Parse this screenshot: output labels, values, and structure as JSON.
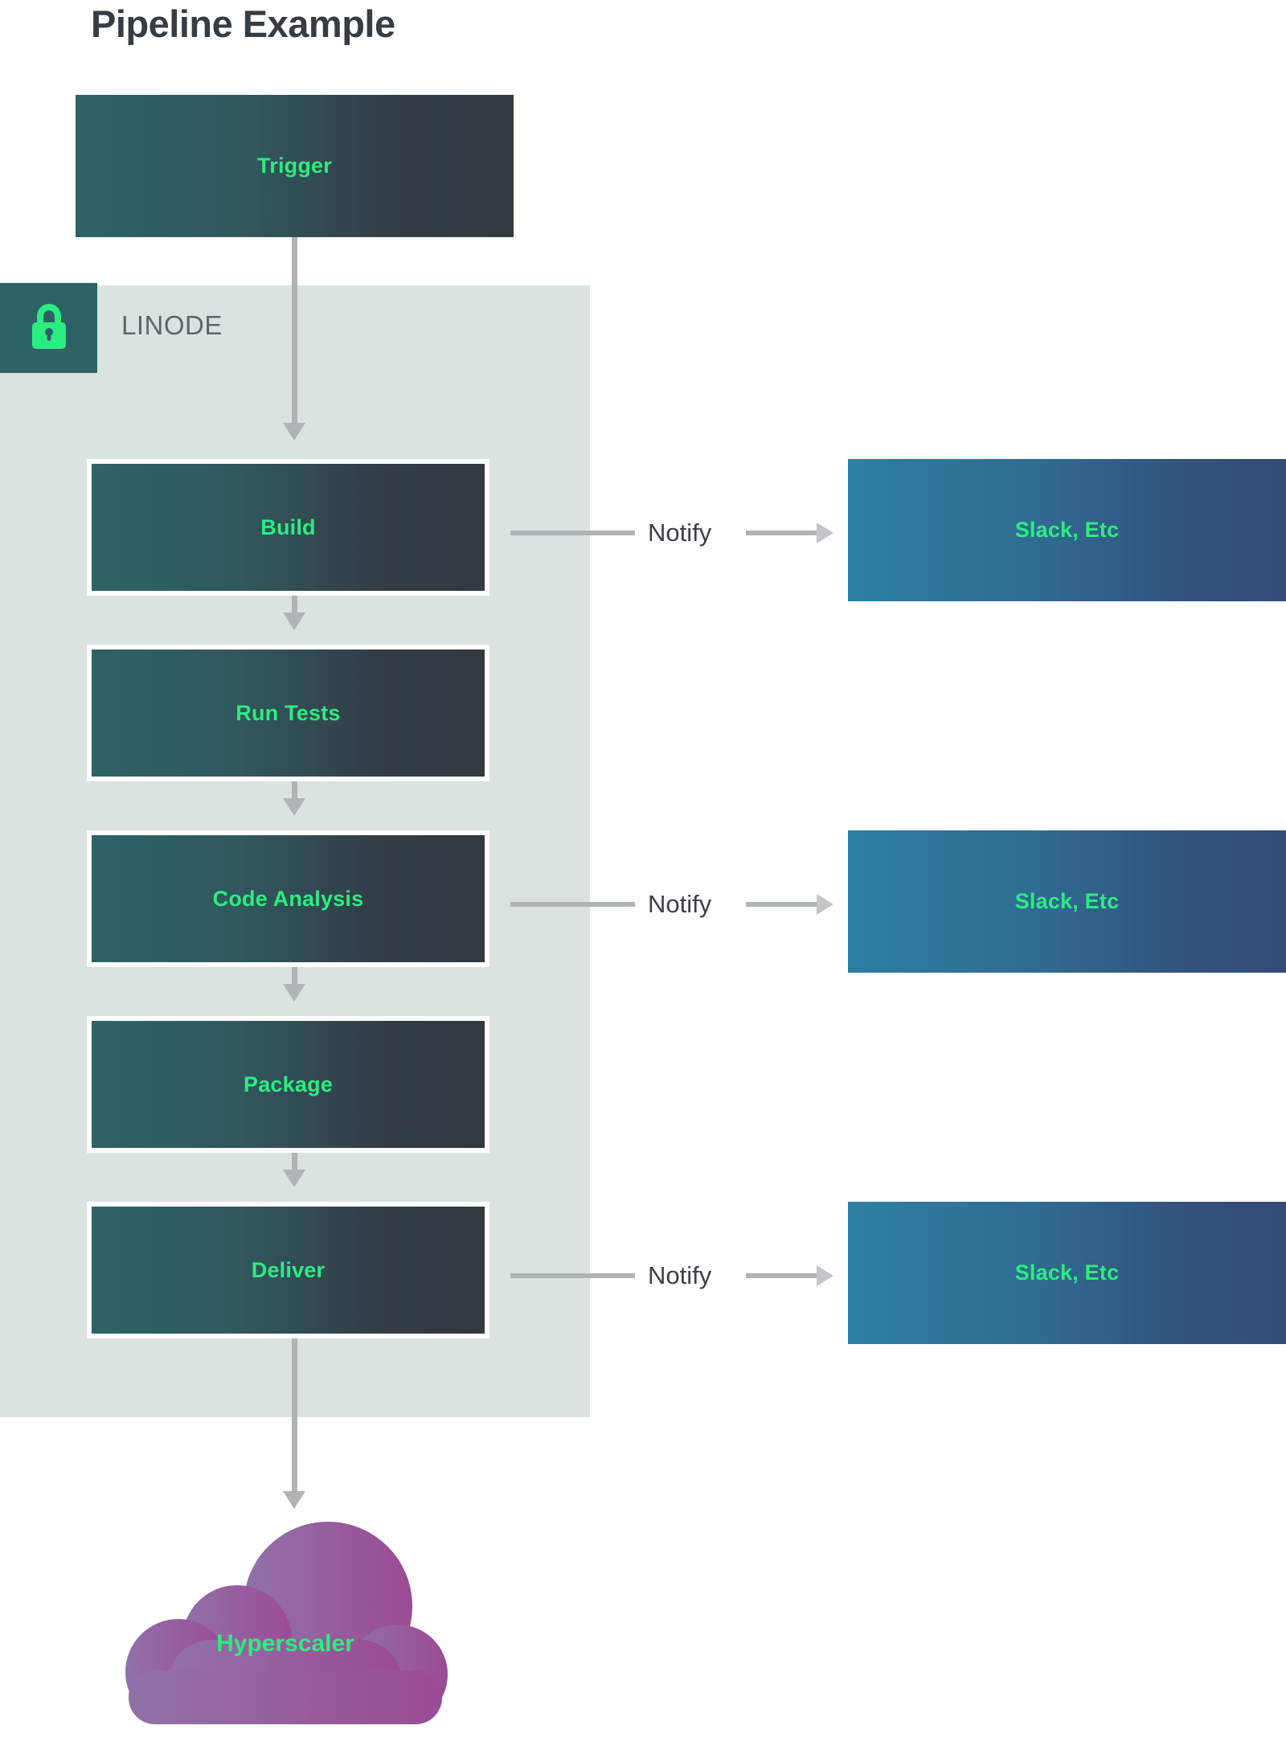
{
  "title": "Pipeline Example",
  "zone": {
    "label": "LINODE",
    "icon": "lock-icon",
    "bg_color": "#dbe3e1",
    "badge_color": "#2e6365",
    "icon_color": "#2bed7f"
  },
  "colors": {
    "accent_green": "#2bed7f",
    "stage_gradient_start": "#2e6365",
    "stage_gradient_end": "#323940",
    "notify_gradient_start": "#2c7fa3",
    "notify_gradient_end": "#344b74",
    "cloud_gradient_start": "#9268a6",
    "cloud_gradient_end": "#9b4b93",
    "connector": "#b0b4b4",
    "title_color": "#363c44",
    "zone_label_color": "#5d6769"
  },
  "trigger": {
    "label": "Trigger"
  },
  "stages": [
    {
      "label": "Build"
    },
    {
      "label": "Run Tests"
    },
    {
      "label": "Code Analysis"
    },
    {
      "label": "Package"
    },
    {
      "label": "Deliver"
    }
  ],
  "notifications": [
    {
      "edge_label": "Notify",
      "target_label": "Slack, Etc"
    },
    {
      "edge_label": "Notify",
      "target_label": "Slack, Etc"
    },
    {
      "edge_label": "Notify",
      "target_label": "Slack, Etc"
    }
  ],
  "cloud": {
    "label": "Hyperscaler"
  }
}
